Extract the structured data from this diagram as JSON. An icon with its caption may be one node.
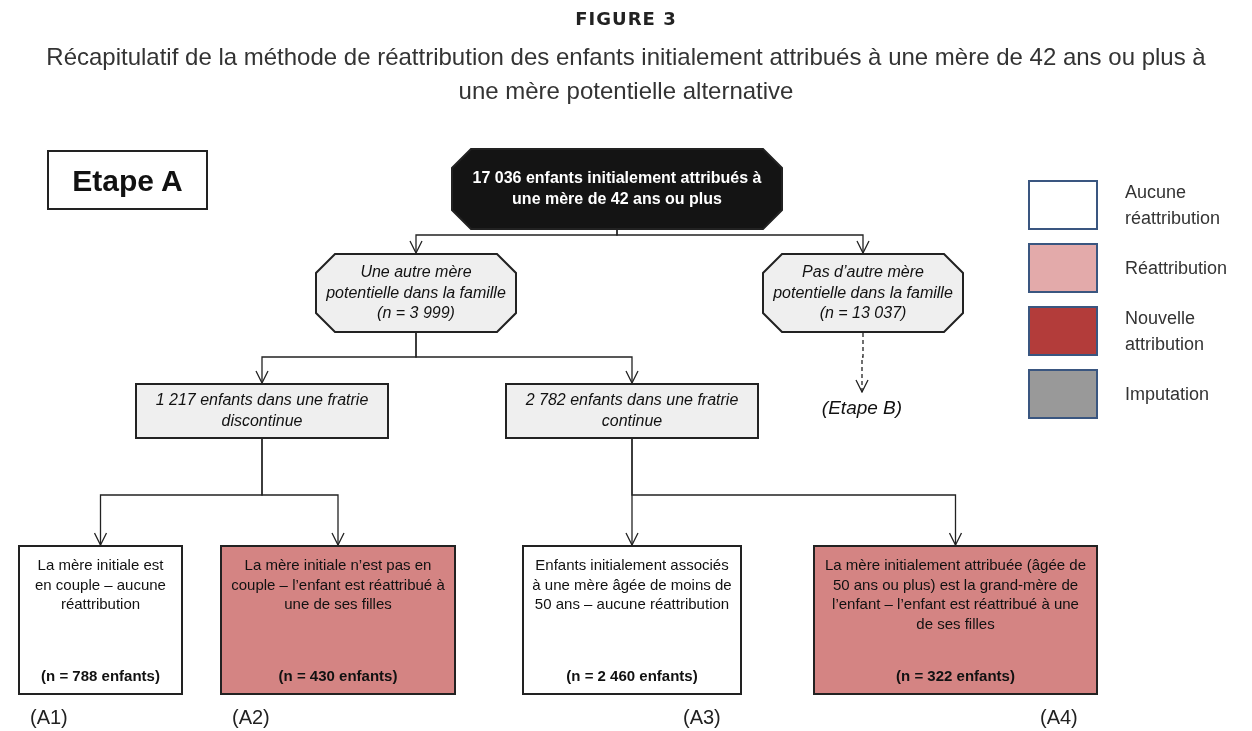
{
  "diagram": {
    "title": "FIGURE 3",
    "caption": "Récapitulatif de la méthode de réattribution des enfants initialement attribués à une mère de 42 ans ou plus à une mère potentielle alternative",
    "nodes": [
      {
        "text": [
          "Etape A"
        ]
      },
      {
        "text": [
          "17 036 enfants initialement attribués à une mère de 42 ans ou plus"
        ]
      },
      {
        "text": [
          "Une autre mère potentielle dans la famille (n = 3 999)"
        ]
      },
      {
        "text": [
          "Pas d’autre mère potentielle dans la famille (n = 13 037)"
        ]
      },
      {
        "text": [
          "1 217 enfants dans une fratrie discontinue"
        ]
      },
      {
        "text": [
          "2 782 enfants dans une fratrie continue"
        ]
      },
      {
        "text": [
          "(Etape B)"
        ]
      },
      {
        "text": [
          "La mère initiale est en couple – aucune réattribution",
          "(n = 788 enfants)"
        ],
        "beside": [
          "(A1)"
        ]
      },
      {
        "text": [
          "La mère initiale n’est pas en couple – l’enfant est réattribué à une de ses filles",
          "(n = 430 enfants)"
        ],
        "beside": [
          "(A2)"
        ]
      },
      {
        "text": [
          "Enfants initialement associés à une mère âgée de moins de 50 ans – aucune réattribution",
          "(n = 2 460 enfants)"
        ],
        "beside": [
          "(A3)"
        ]
      },
      {
        "text": [
          "La mère initialement attribuée (âgée de 50 ans ou plus) est la grand-mère de l’enfant – l’enfant est réattribué à une de ses filles",
          "(n = 322 enfants)"
        ],
        "beside": [
          "(A4)"
        ]
      }
    ],
    "edges": [
      {
        "from": 1,
        "to": 2,
        "arrow": "to"
      },
      {
        "from": 1,
        "to": 3,
        "arrow": "to"
      },
      {
        "from": 2,
        "to": 4,
        "arrow": "to"
      },
      {
        "from": 2,
        "to": 5,
        "arrow": "to"
      },
      {
        "from": 3,
        "to": 6,
        "arrow": "to",
        "style": "dashed"
      },
      {
        "from": 4,
        "to": 7,
        "arrow": "to"
      },
      {
        "from": 4,
        "to": 8,
        "arrow": "to"
      },
      {
        "from": 5,
        "to": 9,
        "arrow": "to"
      },
      {
        "from": 5,
        "to": 10,
        "arrow": "to"
      }
    ],
    "legend": [
      {
        "text": "Aucune réattribution",
        "color": "#ffffff"
      },
      {
        "text": "Réattribution",
        "color": "#e3aaaa"
      },
      {
        "text": "Nouvelle attribution",
        "color": "#b33c3a"
      },
      {
        "text": "Imputation",
        "color": "#999999"
      }
    ]
  }
}
